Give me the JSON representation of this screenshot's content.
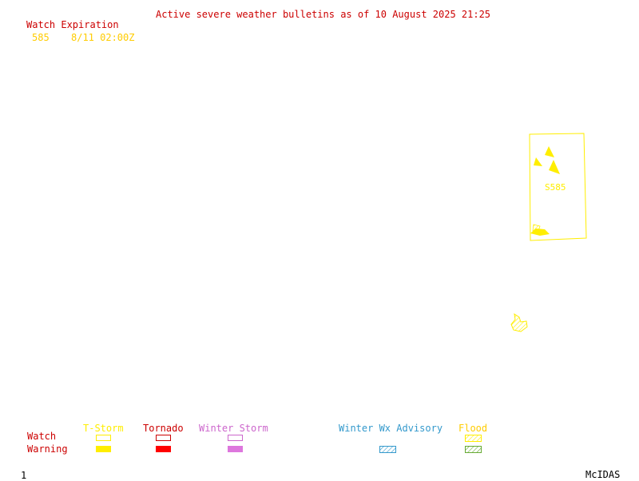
{
  "title": "Active severe weather bulletins as of 10 August 2025 21:25",
  "watch_table": {
    "header": "Watch Expiration",
    "rows": [
      {
        "number": "585",
        "expiration": "8/11 02:00Z"
      }
    ]
  },
  "map": {
    "watch_box_label": "S585",
    "watch_box_type": "T-Storm",
    "watch_box_color": "#ffee00"
  },
  "legend": {
    "row_labels": {
      "watch": "Watch",
      "warning": "Warning"
    },
    "categories": [
      {
        "label": "T-Storm",
        "color": "#ffee00"
      },
      {
        "label": "Tornado",
        "color": "#ff0000"
      },
      {
        "label": "Winter Storm",
        "color": "#cc66cc"
      },
      {
        "label": "Winter Wx Advisory",
        "color": "#3399cc"
      },
      {
        "label": "Flood",
        "color": "#66aa33"
      }
    ]
  },
  "footer": {
    "page_number": "1",
    "software": "McIDAS"
  },
  "colors": {
    "label_red": "#cc0000",
    "watch_yellow": "#ffcc00"
  }
}
